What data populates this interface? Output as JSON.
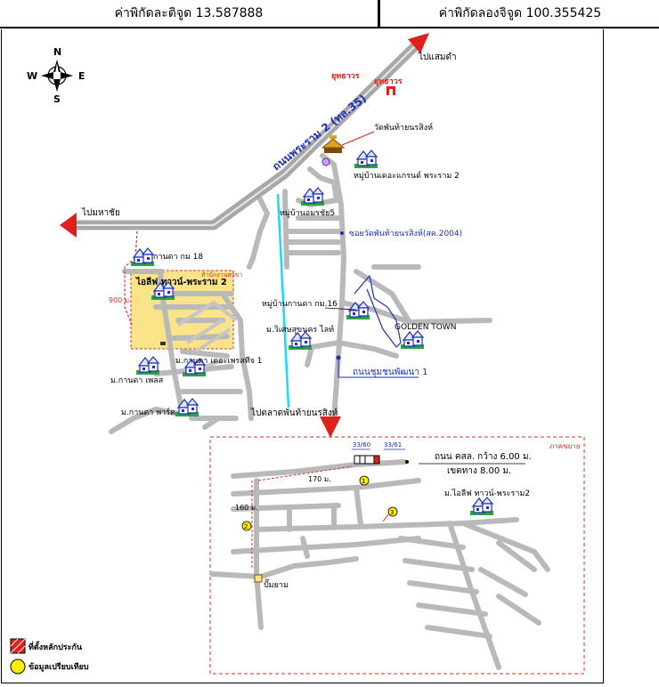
{
  "coordinates": {
    "latitude_label": "ค่าพิกัดละติจูด 13.587888",
    "longitude_label": "ค่าพิกัดลองจิจูด 100.355425"
  },
  "compass": {
    "north": "N",
    "south": "S",
    "east": "E",
    "west": "W"
  },
  "roads": {
    "main_road": "ถนนพระราม 2 (ทล.35)",
    "to_samut": "ไปแสมดำ",
    "to_mahachai": "ไปมหาชัย",
    "to_temple_market": "ไปตลาดพันท้ายนรสิงห์",
    "soi_temple": "ซอยวัดพันท้ายนรสิงห์(สค.2004)",
    "road_chumchon": "ถนนชุมชนพัฒนา 1"
  },
  "places": {
    "yutthaworn_1": "ยุทธาวร",
    "yutthaworn_2": "ยุทธาวร",
    "temple": "วัดพันท้ายนรสิงห์",
    "grand_rama2": "หมู่บ้านเดอะแกรนด์ พระราม 2",
    "amornchai5": "หมู่บ้านอมรชัย5",
    "kanda_km18": "กานดา กม 18",
    "lifetown": "ไอลีฟ ทาวน์-พระราม 2",
    "site_label": "สำนักงานสาขา",
    "dist_900": "900 ม.",
    "kanda_km16": "หมู่บ้านกานดา กม.16",
    "wisetsuk": "ม.วิเศษสุขนคร ไลท์",
    "golden_town": "GOLDEN TOWN",
    "kanda_prestige": "ม.กานดา เดอะเพรสทีจ 1",
    "kanda_place": "ม.กานดา เพลส",
    "kanda_park": "ม.กานดา พาร์ค"
  },
  "inset": {
    "label_tr": "ภาคขยาย",
    "plot_a": "33/60",
    "plot_b": "33/61",
    "road_width": "ถนน คสล. กว้าง 6.00 ม.",
    "road_reserve": "เขตทาง 8.00 ม.",
    "dist_170": "170 ม.",
    "dist_160": "160 ม.",
    "marker_1": "1",
    "marker_2": "2",
    "marker_3": "3",
    "lifetown": "ม.ไอลีฟ ทาวน์-พระราม2",
    "pump": "ปั๊มยาม"
  },
  "legend": {
    "site_marker": "ที่ตั้งหลักประกัน",
    "comparison": "ข้อมูลเปรียบเทียบ"
  },
  "colors": {
    "road": "#b9b9b9",
    "main_road": "#a8a8a8",
    "arrow": "#e0201b",
    "blue_text": "#1b2fb8",
    "canal": "#1ed6ff",
    "site_area": "#fbe38a",
    "marker_yellow": "#ffee00",
    "house_green": "#2aa53a"
  },
  "icons": {
    "compass": "compass-rose-icon",
    "arrow": "direction-arrow-icon",
    "house": "village-house-icon",
    "temple": "temple-icon",
    "building": "yutthaworn-building-icon"
  }
}
